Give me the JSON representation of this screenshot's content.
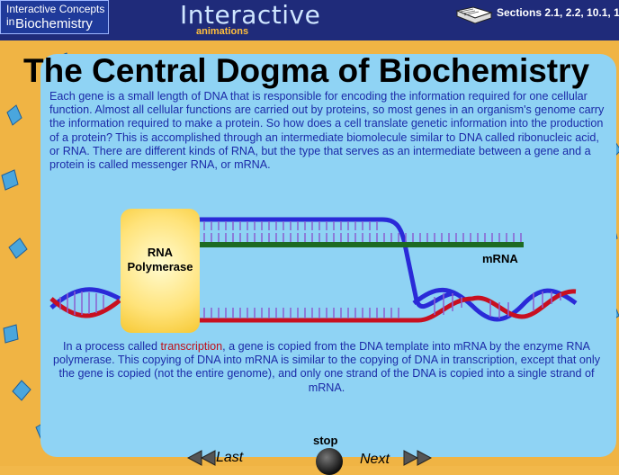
{
  "header": {
    "logo_line1": "Interactive Concepts in",
    "logo_line2": "Biochemistry",
    "brand_title": "Interactive",
    "brand_sub": "animations",
    "sections": "Sections 2.1, 2.2, 10.1, 1"
  },
  "main": {
    "title": "The Central Dogma of Biochemistry",
    "intro": "Each gene is a small length of DNA that is responsible for encoding the information required for one cellular function. Almost all cellular functions are carried out by proteins, so most genes in an organism's genome carry the information required to make a protein. So how does a cell translate genetic information into the production of a protein? This is accomplished through an intermediate biomolecule similar to DNA called ribonucleic acid, or RNA.  There are different kinds of RNA, but the type that serves as an intermediate between a gene and a protein is called messenger RNA, or mRNA.",
    "caption_before": "In a process called ",
    "caption_highlight": "transcription",
    "caption_after": ", a gene is copied from the DNA template into mRNA by the enzyme RNA polymerase. This copying of DNA into mRNA is similar to the copying of DNA in transcription, except that only the gene is copied (not the entire genome), and only one strand of the DNA is copied into a single strand of mRNA."
  },
  "diagram": {
    "polymerase_line1": "RNA",
    "polymerase_line2": "Polymerase",
    "mrna_label": "mRNA"
  },
  "nav": {
    "stop_label": "stop",
    "last_label": "Last",
    "next_label": "Next"
  },
  "colors": {
    "dna_blue": "#2a2ad8",
    "dna_red": "#c81020",
    "mrna_green": "#1d6a22",
    "rung_purple": "#8a5fd0",
    "panel_blue": "#8fd3f4",
    "highlight_red": "#c0101a"
  }
}
